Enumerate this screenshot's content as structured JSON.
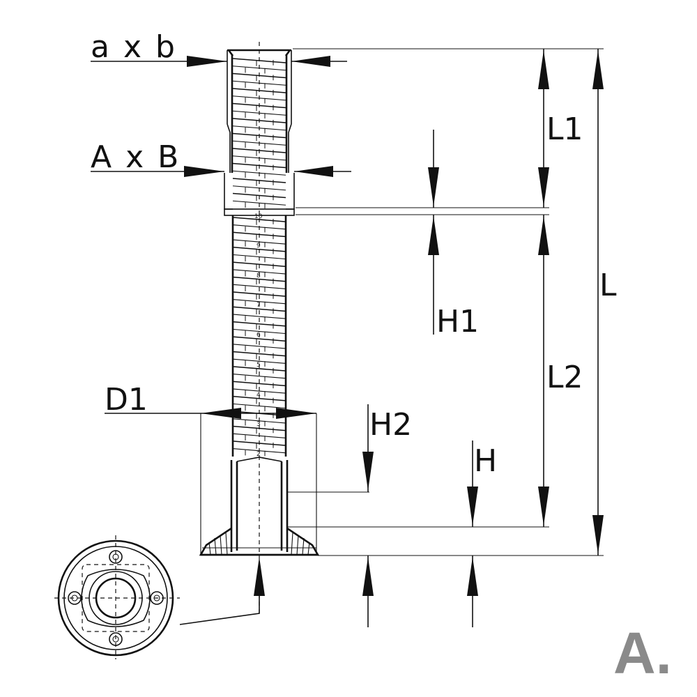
{
  "labels": {
    "a_x_b": "a x b",
    "A_x_B": "A x B",
    "D1": "D1",
    "L1": "L1",
    "L": "L",
    "L2": "L2",
    "H1": "H1",
    "H2": "H2",
    "H": "H"
  },
  "scale_marks": [
    "10",
    "9",
    "8",
    "7",
    "6",
    "5",
    "4",
    "3",
    "2"
  ],
  "corner_label": "A.",
  "colors": {
    "line": "#111111",
    "corner": "#8a8a8a",
    "background": "#ffffff"
  }
}
